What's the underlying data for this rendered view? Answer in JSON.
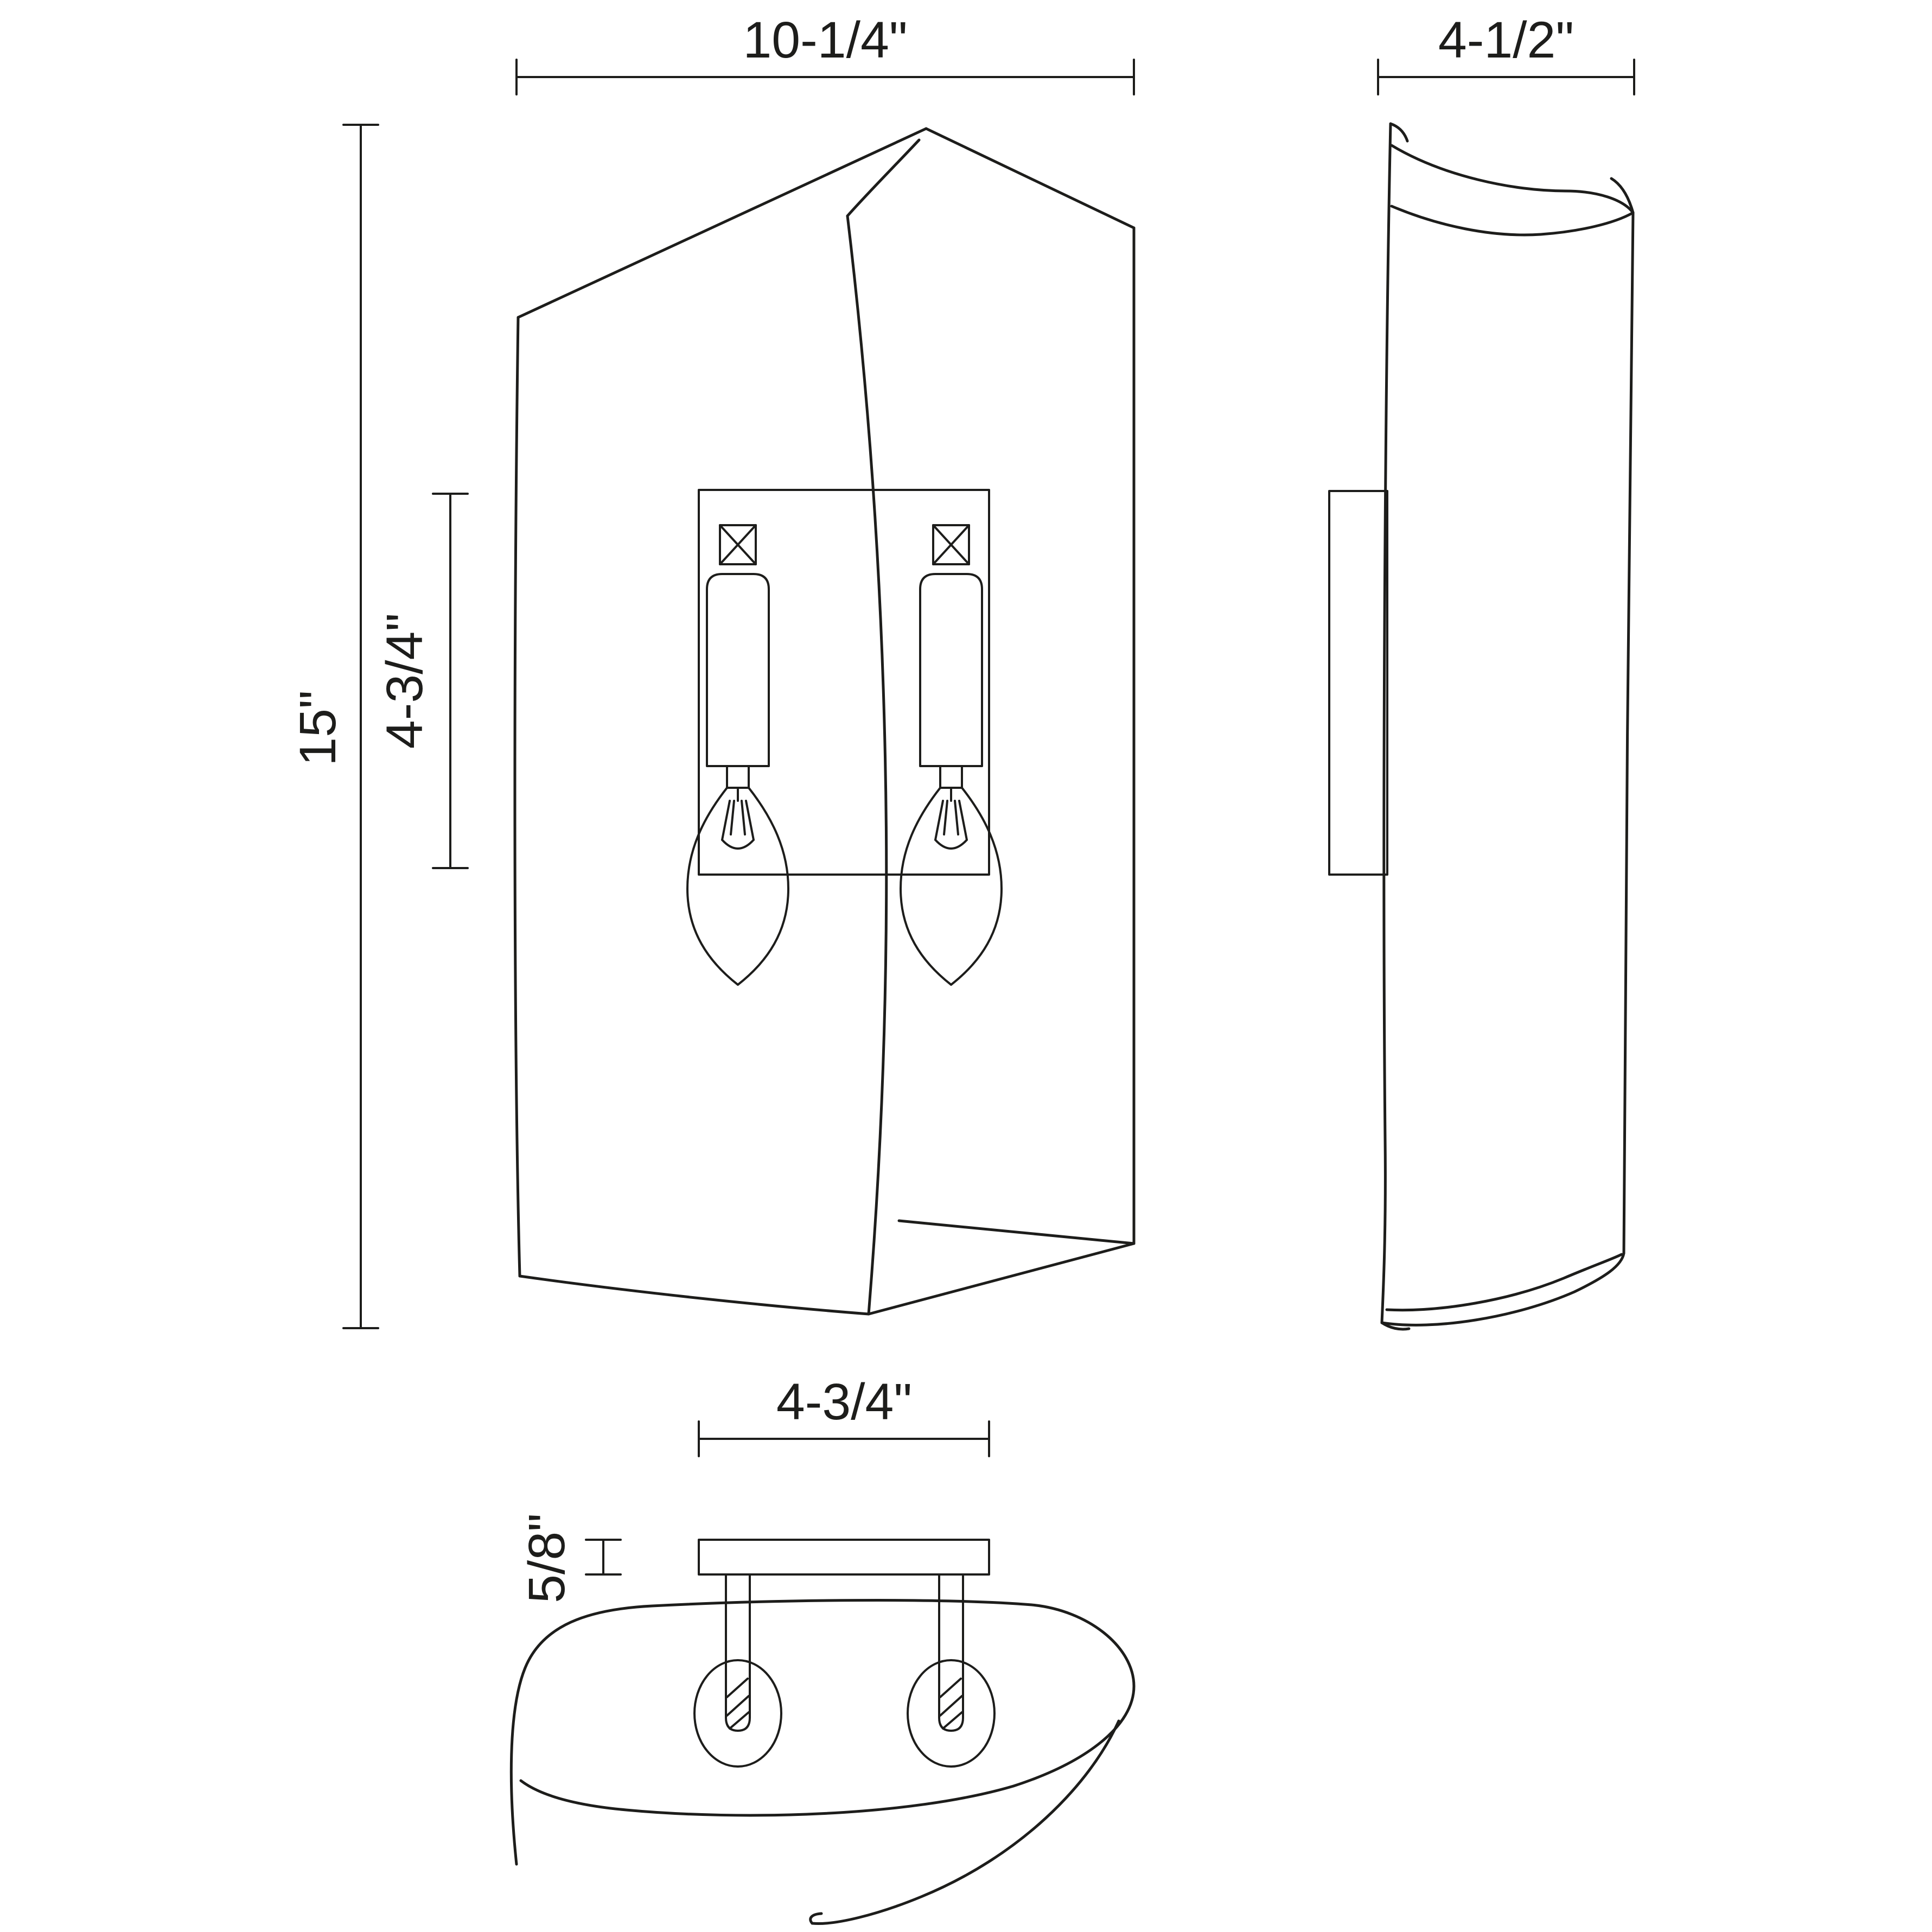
{
  "meta": {
    "drawing_type": "wall-sconce-dimension-drawing",
    "colors": {
      "line": "#1d1d1b",
      "background": "#ffffff"
    }
  },
  "dimensions": {
    "front_width": {
      "label": "10-1/4\""
    },
    "side_width": {
      "label": "4-1/2\""
    },
    "front_height": {
      "label": "15\""
    },
    "plate_height": {
      "label": "4-3/4\""
    },
    "plate_width": {
      "label": "4-3/4\""
    },
    "plate_depth": {
      "label": "5/8\""
    }
  }
}
